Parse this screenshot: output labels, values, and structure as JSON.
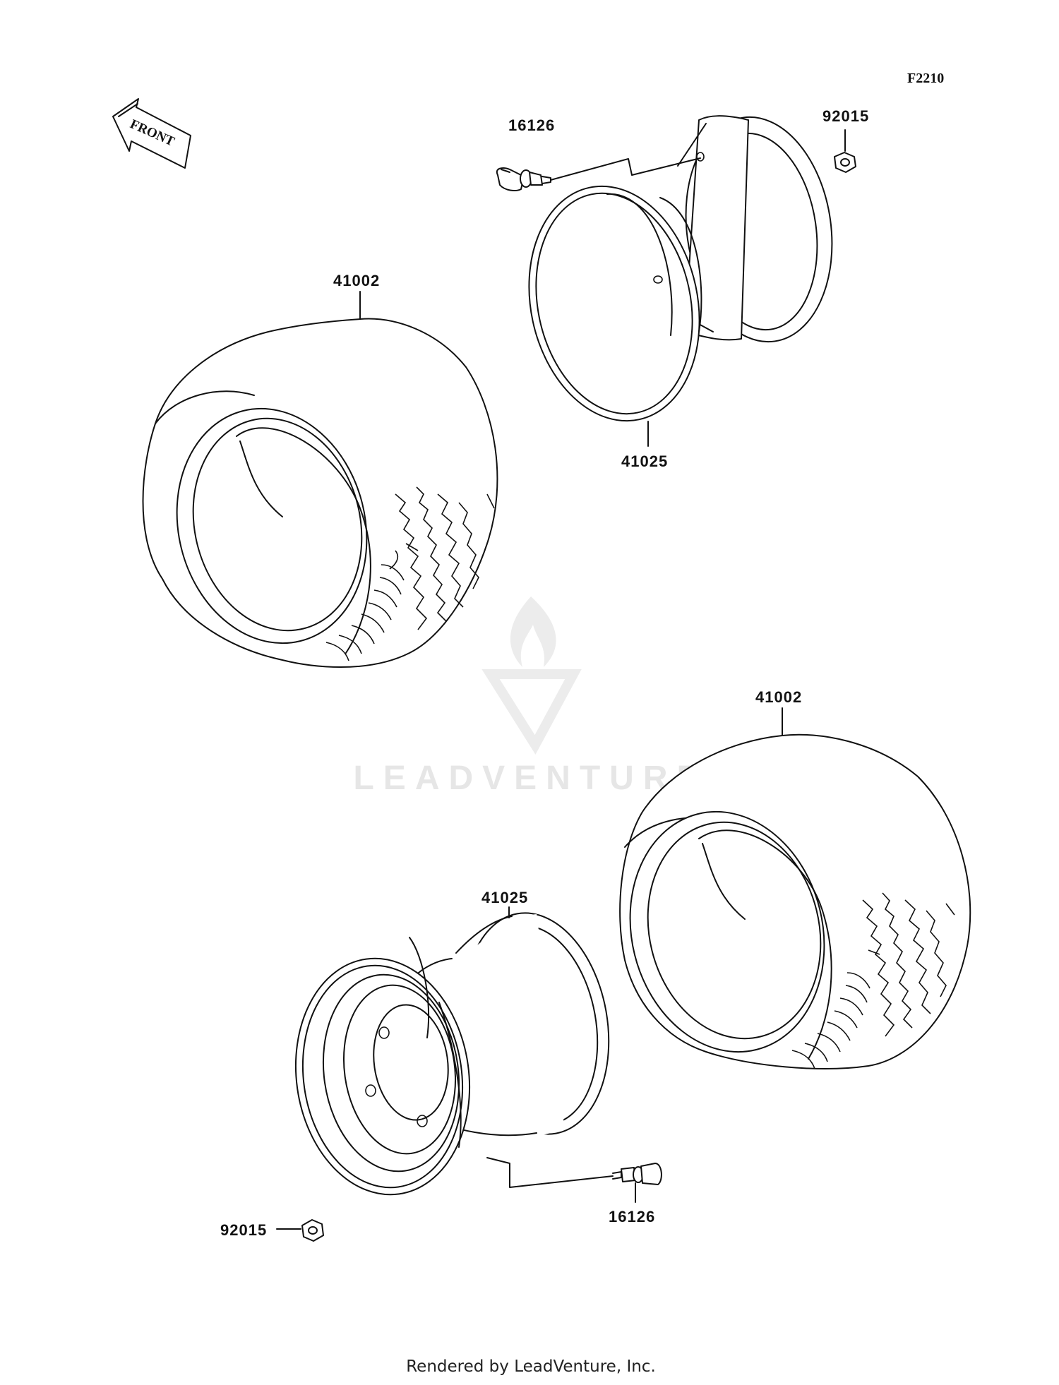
{
  "diagram_code": "F2210",
  "front_label": "FRONT",
  "watermark": "LEADVENTURE",
  "footer": "Rendered by LeadVenture, Inc.",
  "parts": {
    "valve_top": "16126",
    "nut_top": "92015",
    "tire_top": "41002",
    "wheel_top": "41025",
    "tire_bottom": "41002",
    "wheel_bottom": "41025",
    "valve_bottom": "16126",
    "nut_bottom": "92015"
  }
}
